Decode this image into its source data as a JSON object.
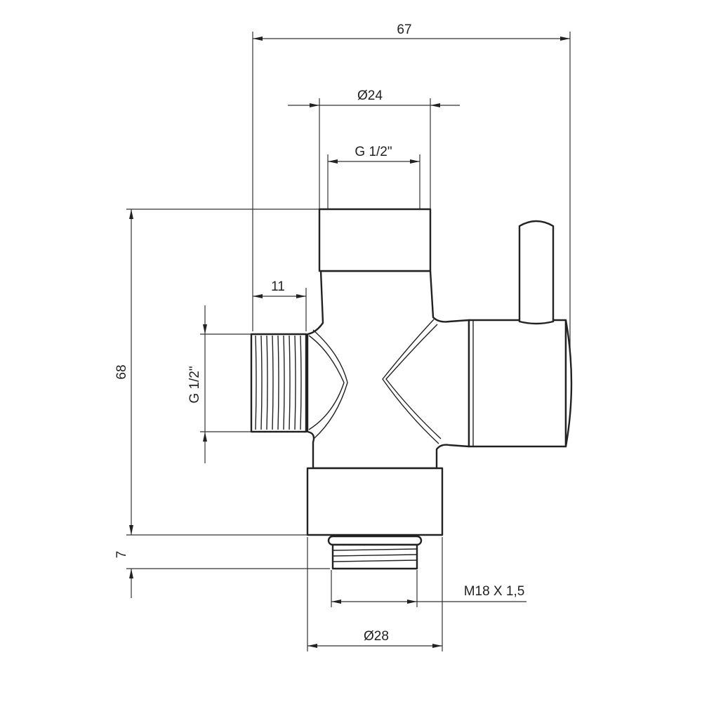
{
  "drawing": {
    "labels": {
      "overall_width": "67",
      "top_diameter": "Ø24",
      "top_thread": "G 1/2\"",
      "side_thread_length": "11",
      "side_thread": "G 1/2\"",
      "overall_height": "68",
      "bottom_thread_height": "7",
      "bottom_thread": "M18 X 1,5",
      "bottom_diameter": "Ø28"
    },
    "colors": {
      "line": "#222222",
      "background": "#ffffff"
    }
  }
}
